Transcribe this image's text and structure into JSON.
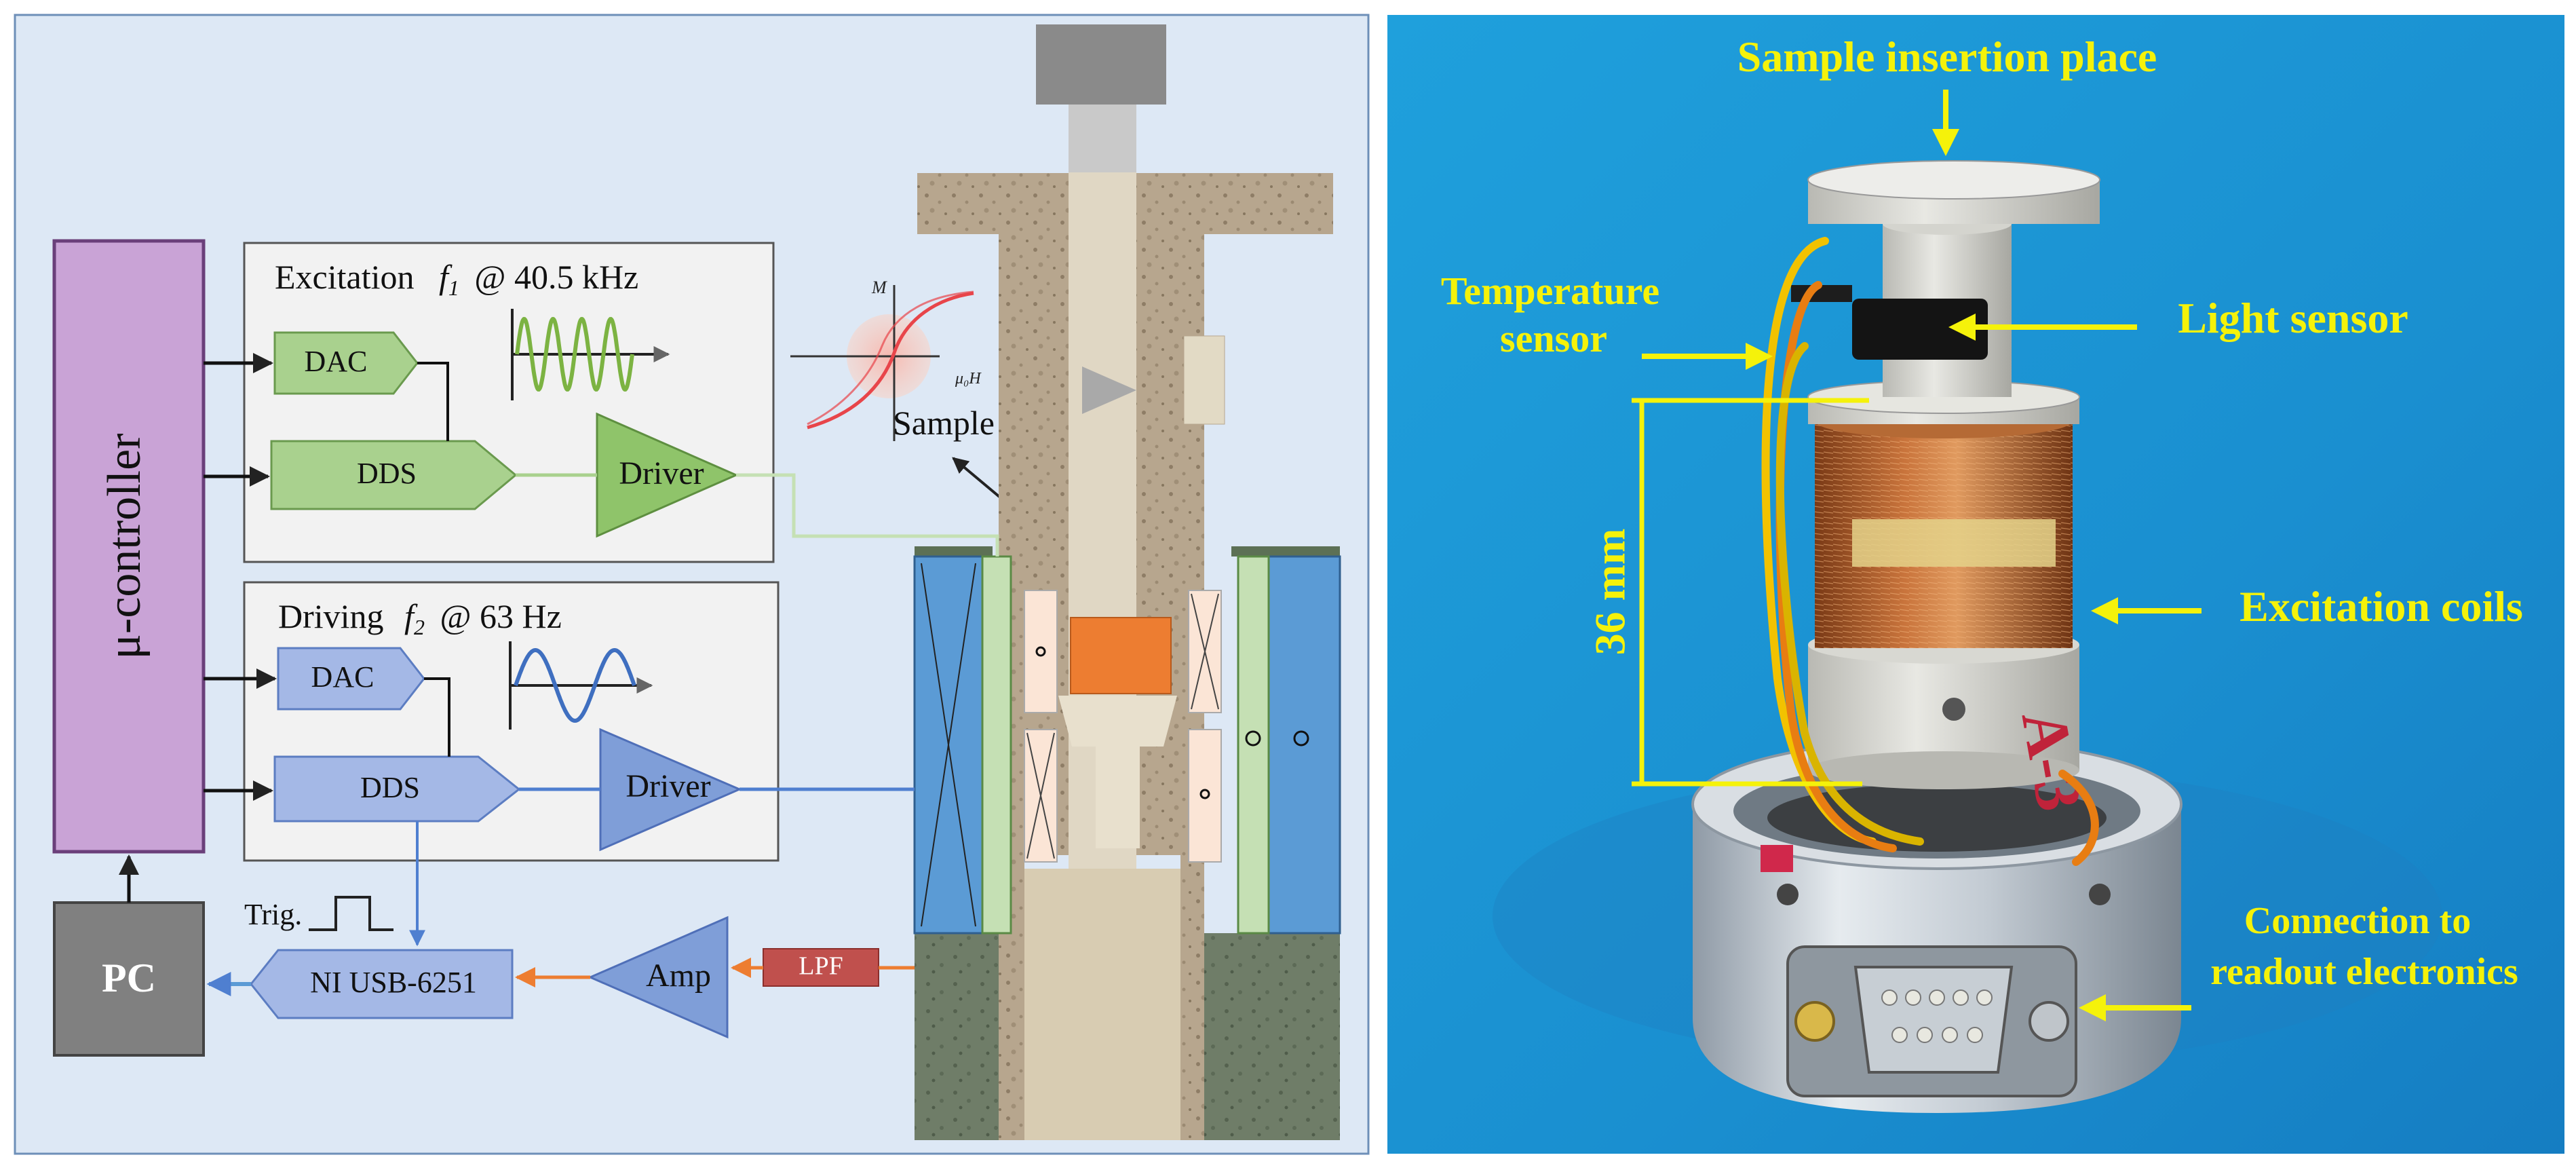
{
  "schematic": {
    "controller_label": "μ-controller",
    "pc_label": "PC",
    "excitation_panel": {
      "title_prefix": "Excitation",
      "title_freq_var": "f",
      "title_freq_sub": "1",
      "title_suffix": "@ 40.5 kHz"
    },
    "driving_panel": {
      "title_prefix": "Driving",
      "title_freq_var": "f",
      "title_freq_sub": "2",
      "title_suffix": "@ 63 Hz"
    },
    "dac_label": "DAC",
    "dds_label": "DDS",
    "driver_label": "Driver",
    "daq_label": "NI USB-6251",
    "trigger_label": "Trig.",
    "amp_label": "Amp",
    "lpf_label": "LPF",
    "sample_label": "Sample",
    "hysteresis_y_label": "M",
    "hysteresis_x_label": "μ₀H",
    "colors": {
      "excitation_green": "#8fc46a",
      "driving_blue": "#7f9ed8",
      "controller_purple": "#c9a3d6",
      "pc_gray": "#808080",
      "lpf_red": "#c0504d",
      "sample_orange": "#ed7d31",
      "background": "#dde8f5"
    }
  },
  "photo": {
    "labels": {
      "insertion": "Sample insertion place",
      "temperature_1": "Temperature",
      "temperature_2": "sensor",
      "light": "Light sensor",
      "dimension": "36 mm",
      "coils": "Excitation coils",
      "connection_1": "Connection to",
      "connection_2": "readout electronics"
    },
    "coil_tag": "A-3",
    "label_color": "#f5f20a"
  }
}
